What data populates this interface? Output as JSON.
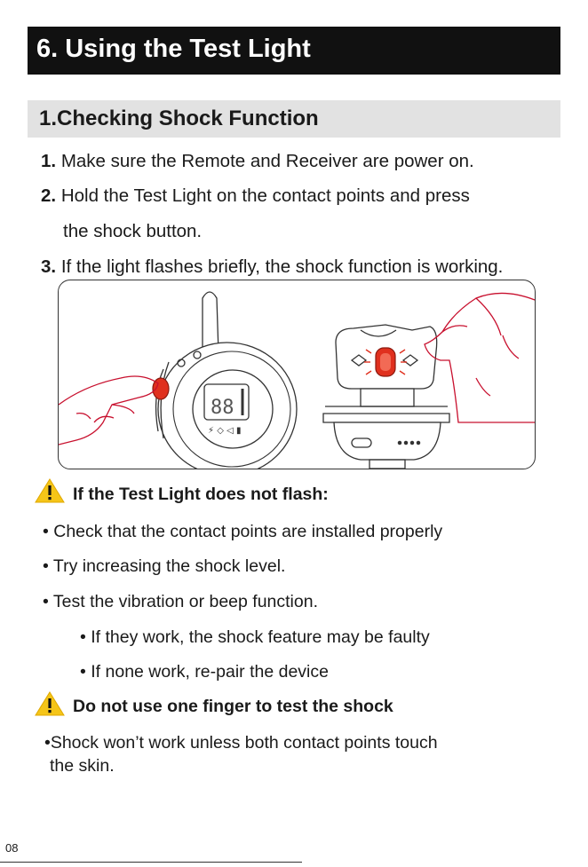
{
  "title": "6. Using the Test Light",
  "section": "1.Checking Shock Function",
  "steps": [
    {
      "num": "1.",
      "text": "Make sure the Remote and Receiver are power on."
    },
    {
      "num": "2.",
      "text": "Hold the Test Light on the contact points and press",
      "cont": "the shock button."
    },
    {
      "num": "3.",
      "text": "If the light flashes briefly, the shock function is working."
    }
  ],
  "warning1": {
    "heading": "If the Test Light does not flash:",
    "bullets": [
      "• Check that the contact points are installed properly",
      "• Try increasing the shock level.",
      "• Test the vibration or beep function."
    ],
    "sub_bullets": [
      "• If they work, the shock feature may be faulty",
      "• If none work, re-pair the device"
    ]
  },
  "warning2": {
    "heading": "Do not  use one finger to test the shock",
    "bullets": [
      "•Shock won’t work unless both contact points touch",
      "the skin."
    ]
  },
  "page_number": "08",
  "colors": {
    "warning": "#f5c518",
    "title_bg": "#111111",
    "section_bg": "#e2e2e2",
    "accent_red": "#e0301e",
    "sketch_red": "#c8102e"
  },
  "icons": [
    "warning-icon",
    "remote-illustration",
    "receiver-illustration",
    "finger-icon",
    "hand-icon"
  ]
}
